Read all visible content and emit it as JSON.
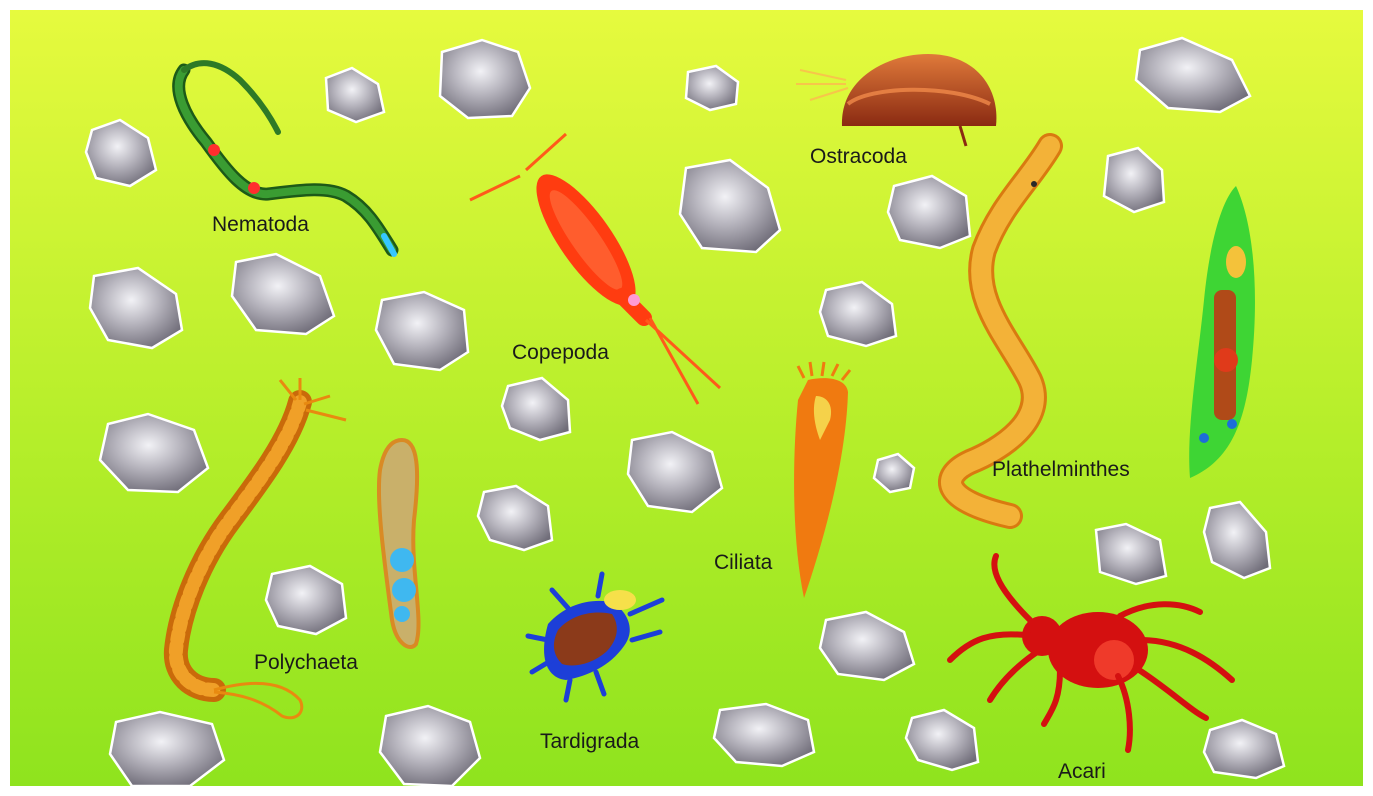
{
  "labels": {
    "nematoda": "Nematoda",
    "copepoda": "Copepoda",
    "ostracoda": "Ostracoda",
    "polychaeta": "Polychaeta",
    "tardigrada": "Tardigrada",
    "ciliata": "Ciliata",
    "plathelminthes": "Plathelminthes",
    "acari": "Acari"
  },
  "colors": {
    "background_top": "#e9fb3c",
    "background_bottom": "#8fe21f",
    "sand_grain": "#b9b7bd",
    "nematoda": "#2f8a2a",
    "copepoda": "#ff3c10",
    "ostracoda": "#b5401c",
    "polychaeta": "#e88a10",
    "tardigrada": "#1d3fd8",
    "ciliata": "#f07a10",
    "plathelminthes_orange": "#f3b238",
    "plathelminthes_green": "#3ed534",
    "acari": "#e01414"
  }
}
